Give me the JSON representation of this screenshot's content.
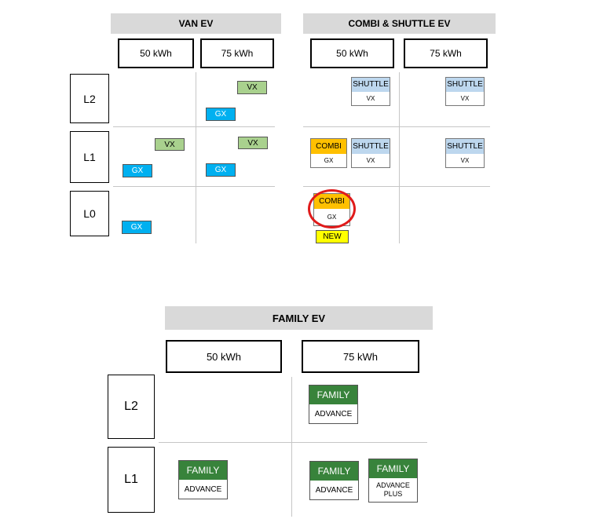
{
  "van": {
    "title": "VAN EV",
    "cols": [
      "50 kWh",
      "75 kWh"
    ],
    "rows": [
      "L2",
      "L1",
      "L0"
    ],
    "badges": [
      "VX",
      "GX",
      "VX",
      "GX",
      "VX",
      "GX",
      "GX"
    ]
  },
  "combi": {
    "title": "COMBI & SHUTTLE EV",
    "cols": [
      "50 kWh",
      "75 kWh"
    ],
    "shuttle": "SHUTTLE",
    "combi": "COMBI",
    "vx": "VX",
    "gx": "GX",
    "new": "NEW"
  },
  "family": {
    "title": "FAMILY EV",
    "cols": [
      "50 kWh",
      "75 kWh"
    ],
    "rows": [
      "L2",
      "L1"
    ],
    "family": "FAMILY",
    "advance": "ADVANCE",
    "advance_plus": "ADVANCE PLUS"
  },
  "colors": {
    "van_vx": "#a9d18e",
    "van_gx": "#00b0f0",
    "shuttle": "#bdd7ee",
    "combi": "#ffc000",
    "new": "#ffff00",
    "family": "#38833b",
    "highlight": "#e01b1b"
  }
}
